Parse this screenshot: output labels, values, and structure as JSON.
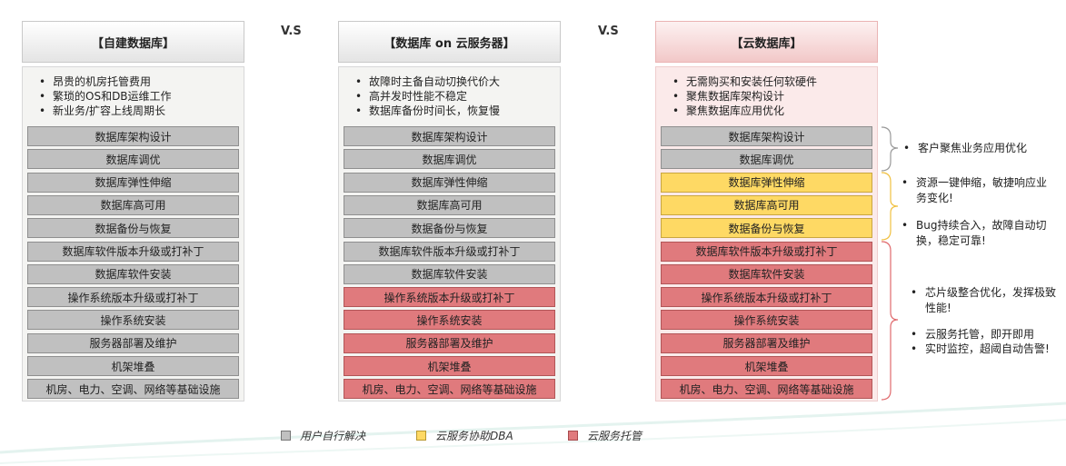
{
  "vs_label": "V.S",
  "columns": [
    {
      "title": "【自建数据库】",
      "bullets": [
        "昂贵的机房托管费用",
        "繁琐的OS和DB运维工作",
        "新业务/扩容上线周期长"
      ],
      "rows": [
        {
          "label": "数据库架构设计",
          "owner": "self"
        },
        {
          "label": "数据库调优",
          "owner": "self"
        },
        {
          "label": "数据库弹性伸缩",
          "owner": "self"
        },
        {
          "label": "数据库高可用",
          "owner": "self"
        },
        {
          "label": "数据备份与恢复",
          "owner": "self"
        },
        {
          "label": "数据库软件版本升级或打补丁",
          "owner": "self"
        },
        {
          "label": "数据库软件安装",
          "owner": "self"
        },
        {
          "label": "操作系统版本升级或打补丁",
          "owner": "self"
        },
        {
          "label": "操作系统安装",
          "owner": "self"
        },
        {
          "label": "服务器部署及维护",
          "owner": "self"
        },
        {
          "label": "机架堆叠",
          "owner": "self"
        },
        {
          "label": "机房、电力、空调、网络等基础设施",
          "owner": "self"
        }
      ]
    },
    {
      "title": "【数据库 on 云服务器】",
      "bullets": [
        "故障时主备自动切换代价大",
        "高并发时性能不稳定",
        "数据库备份时间长，恢复慢"
      ],
      "rows": [
        {
          "label": "数据库架构设计",
          "owner": "self"
        },
        {
          "label": "数据库调优",
          "owner": "self"
        },
        {
          "label": "数据库弹性伸缩",
          "owner": "self"
        },
        {
          "label": "数据库高可用",
          "owner": "self"
        },
        {
          "label": "数据备份与恢复",
          "owner": "self"
        },
        {
          "label": "数据库软件版本升级或打补丁",
          "owner": "self"
        },
        {
          "label": "数据库软件安装",
          "owner": "self"
        },
        {
          "label": "操作系统版本升级或打补丁",
          "owner": "cloud"
        },
        {
          "label": "操作系统安装",
          "owner": "cloud"
        },
        {
          "label": "服务器部署及维护",
          "owner": "cloud"
        },
        {
          "label": "机架堆叠",
          "owner": "cloud"
        },
        {
          "label": "机房、电力、空调、网络等基础设施",
          "owner": "cloud"
        }
      ]
    },
    {
      "title": "【云数据库】",
      "bullets": [
        "无需购买和安装任何软硬件",
        "聚焦数据库架构设计",
        "聚焦数据库应用优化"
      ],
      "rows": [
        {
          "label": "数据库架构设计",
          "owner": "self"
        },
        {
          "label": "数据库调优",
          "owner": "self"
        },
        {
          "label": "数据库弹性伸缩",
          "owner": "dba"
        },
        {
          "label": "数据库高可用",
          "owner": "dba"
        },
        {
          "label": "数据备份与恢复",
          "owner": "dba"
        },
        {
          "label": "数据库软件版本升级或打补丁",
          "owner": "cloud"
        },
        {
          "label": "数据库软件安装",
          "owner": "cloud"
        },
        {
          "label": "操作系统版本升级或打补丁",
          "owner": "cloud"
        },
        {
          "label": "操作系统安装",
          "owner": "cloud"
        },
        {
          "label": "服务器部署及维护",
          "owner": "cloud"
        },
        {
          "label": "机架堆叠",
          "owner": "cloud"
        },
        {
          "label": "机房、电力、空调、网络等基础设施",
          "owner": "cloud"
        }
      ]
    }
  ],
  "notes": [
    "客户聚焦业务应用优化",
    "资源一键伸缩，敏捷响应业务变化!",
    "Bug持续合入，故障自动切换，稳定可靠!",
    "芯片级整合优化，发挥极致性能!",
    "云服务托管，即开即用",
    "实时监控，超阈自动告警!"
  ],
  "legend": [
    {
      "label": "用户自行解决",
      "owner": "self"
    },
    {
      "label": "云服务协助DBA",
      "owner": "dba"
    },
    {
      "label": "云服务托管",
      "owner": "cloud"
    }
  ],
  "colors": {
    "self": "#c0c0c0",
    "dba": "#fed964",
    "cloud": "#e07a7d",
    "bracket_self": "#999999",
    "bracket_dba": "#f0c040",
    "bracket_cloud": "#e06a6d"
  }
}
